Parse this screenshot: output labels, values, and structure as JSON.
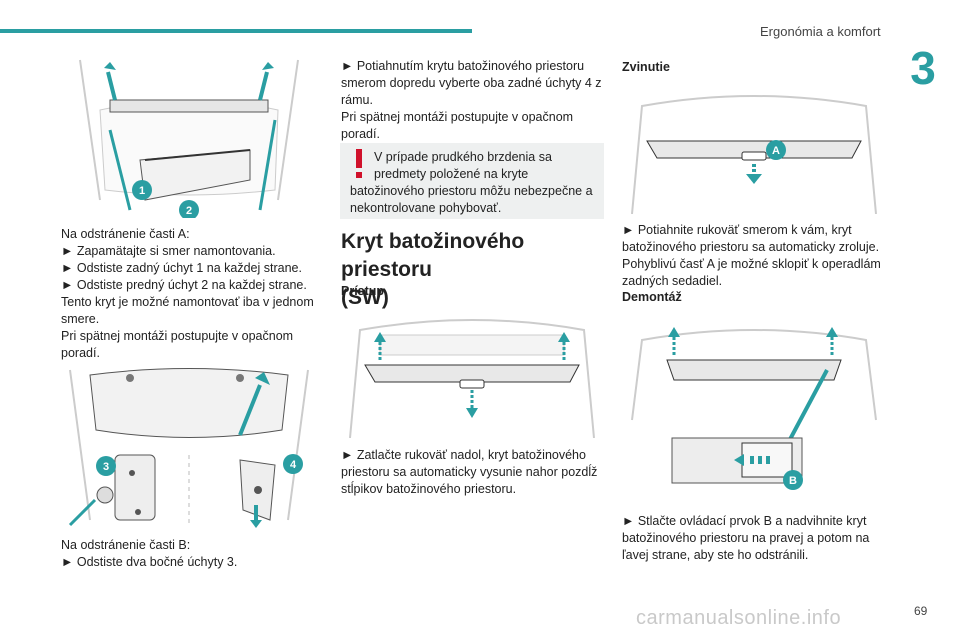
{
  "header": {
    "section_title": "Ergonómia a komfort",
    "chapter_number": "3"
  },
  "col1": {
    "fig1_labels": {
      "c1": "1",
      "c2": "2"
    },
    "text1": [
      "Na odstránenie časti A:",
      "► Zapamätajte si smer namontovania.",
      "► Odstiste zadný úchyt 1 na každej strane.",
      "► Odstiste predný úchyt 2 na každej strane.",
      "Tento kryt je možné namontovať iba v jednom",
      "smere.",
      "Pri spätnej montáži postupujte v opačnom",
      "poradí."
    ],
    "fig2_labels": {
      "c3": "3",
      "c4": "4"
    },
    "text2": [
      "Na odstránenie časti B:",
      "► Odstiste dva bočné úchyty 3."
    ]
  },
  "col2": {
    "text1": [
      "► Potiahnutím krytu batožinového priestoru",
      "smerom dopredu vyberte oba zadné úchyty 4 z",
      "rámu.",
      "Pri spätnej montáži postupujte v opačnom",
      "poradí."
    ],
    "warning": [
      "V prípade prudkého brzdenia sa",
      "predmety položené na kryte",
      "batožinového priestoru môžu nebezpečne a",
      "nekontrolovane pohybovať."
    ],
    "heading_line1": "Kryt batožinového priestoru",
    "heading_line2": "(SW)",
    "subhead": "Prístup",
    "text2": [
      "► Zatlačte rukoväť nadol, kryt batožinového",
      "priestoru sa automaticky vysunie nahor pozdĺž",
      "stĺpikov batožinového priestoru."
    ]
  },
  "col3": {
    "subhead1": "Zvinutie",
    "fig_label_a": "A",
    "text1": [
      "► Potiahnite rukoväť smerom k vám, kryt",
      "batožinového priestoru sa automaticky zroluje.",
      "Pohyblivú časť A je možné sklopiť k operadlám",
      "zadných sedadiel."
    ],
    "subhead2": "Demontáž",
    "fig_label_b": "B",
    "text2": [
      "► Stlačte ovládací prvok B a nadvihnite kryt",
      "batožinového priestoru na pravej a potom na",
      "ľavej strane, aby ste ho odstránili."
    ]
  },
  "footer": {
    "page_number": "69",
    "watermark": "carmanualsonline.info"
  },
  "colors": {
    "accent": "#2a9ea2",
    "warning": "#d0112b"
  }
}
